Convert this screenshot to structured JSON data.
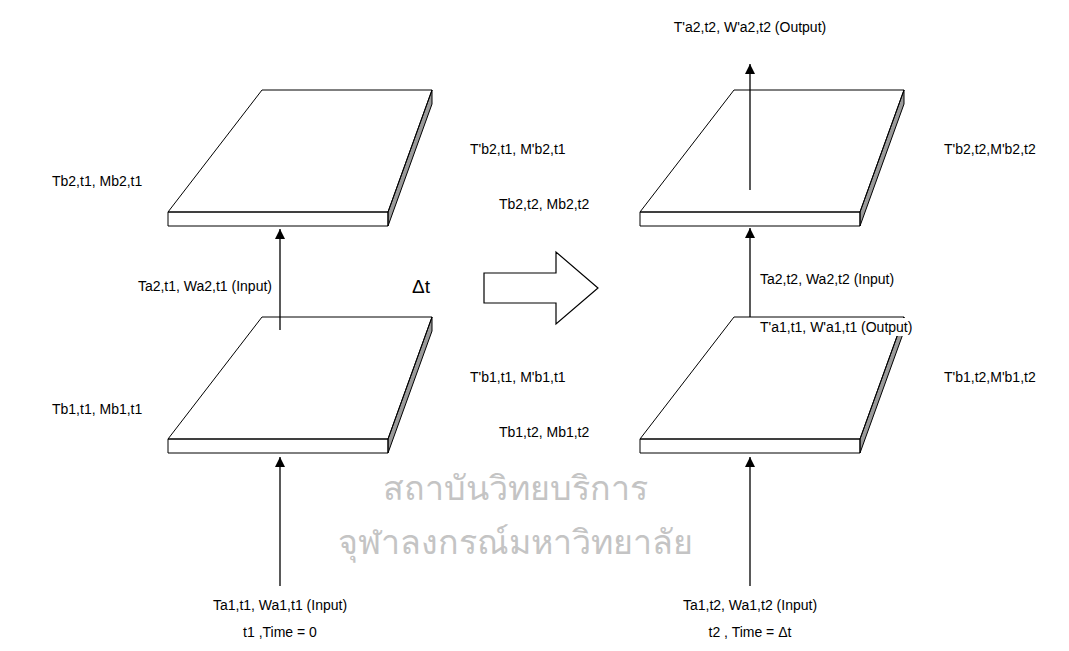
{
  "diagram": {
    "nodes": [
      {
        "text": [
          "Tb2,t1, Mb2,t1",
          "T'b2,t1, M'b2,t1",
          "Tb2,t2, Mb2,t2"
        ]
      },
      {
        "text": [
          "T'b2,t2,M'b2,t2"
        ]
      },
      {
        "text": [
          "Tb1,t1, Mb1,t1",
          "T'b1,t1, M'b1,t1",
          "Tb1,t2, Mb1,t2"
        ]
      },
      {
        "text": [
          "T'b1,t2,M'b1,t2"
        ]
      }
    ],
    "edges": [
      {
        "from": 3,
        "to": 1,
        "arrow": "to"
      }
    ],
    "labels": [
      "T'a2,t2, W'a2,t2 (Output)",
      "Ta2,t1, Wa2,t1 (Input)",
      "Δt",
      "Ta2,t2, Wa2,t2 (Input)",
      "T'a1,t1, W'a1,t1 (Output)",
      "Ta1,t1, Wa1,t1 (Input)",
      "Ta1,t2, Wa1,t2 (Input)",
      "t1 ,Time = 0",
      "t2 , Time = Δt",
      "สถาบันวิทยบริการ",
      "จุฬาลงกรณ์มหาวิทยาลัย"
    ]
  }
}
